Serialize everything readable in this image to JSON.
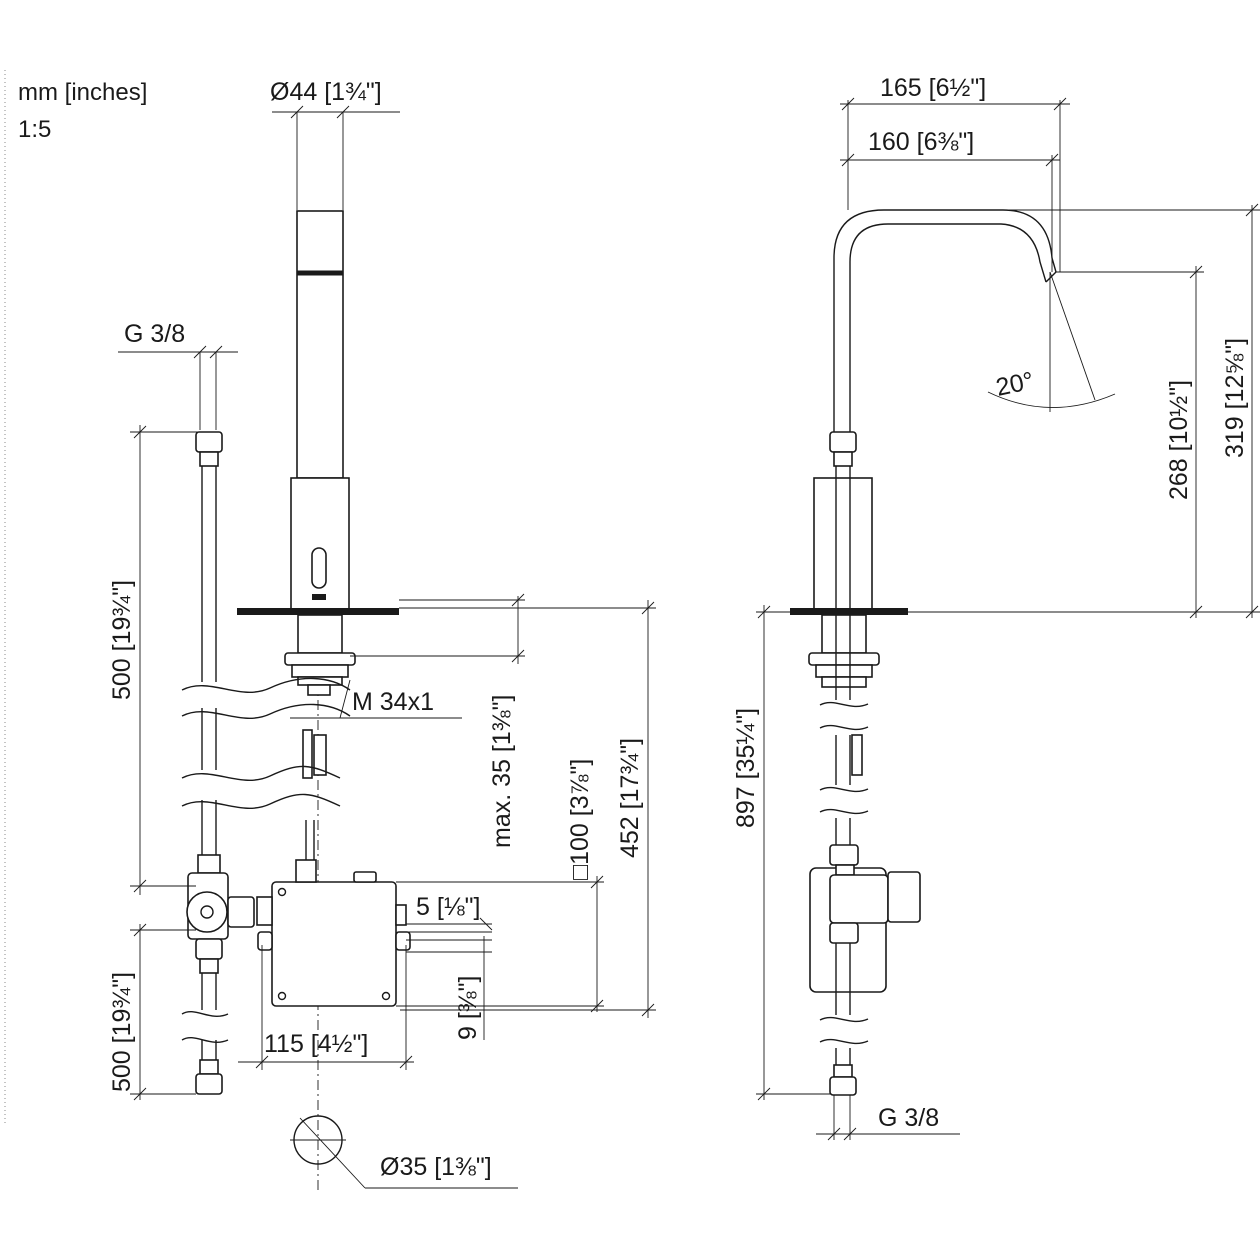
{
  "drawing": {
    "units_note": "mm [inches]",
    "scale_note": "1:5",
    "dims": {
      "dia_44": "Ø44 [1¾\"]",
      "g38_left": "G 3/8",
      "thread_m34": "M 34x1",
      "max_35": "max. 35 [1⅜\"]",
      "sq_100": "□100 [3⅞\"]",
      "h_452": "452 [17¾\"]",
      "dim_5": "5 [⅛\"]",
      "dim_9": "9 [⅜\"]",
      "pipe_500_upper": "500 [19¾\"]",
      "pipe_500_lower": "500 [19¾\"]",
      "w_115": "115 [4½\"]",
      "dia_35": "Ø35 [1⅜\"]",
      "reach_165": "165 [6½\"]",
      "reach_160": "160 [6⅜\"]",
      "angle_20": "20°",
      "h_268": "268 [10½\"]",
      "h_319": "319 [12⅝\"]",
      "h_897": "897 [35¼\"]",
      "g38_right": "G 3/8"
    }
  }
}
